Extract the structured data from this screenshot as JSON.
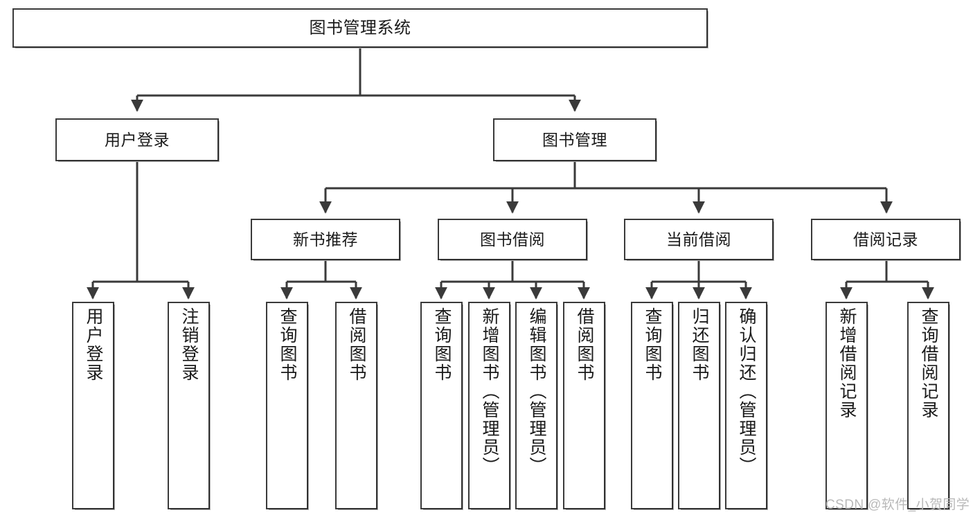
{
  "diagram": {
    "title": "图书管理系统",
    "type": "hierarchy-tree",
    "background_color": "#ffffff",
    "node_border_color": "#3a3a3a",
    "node_fill_color": "#ffffff",
    "edge_color": "#3a3a3a"
  },
  "nodes": {
    "root": {
      "label": "图书管理系统"
    },
    "level2": [
      {
        "label": "用户登录"
      },
      {
        "label": "图书管理"
      }
    ],
    "level3": [
      {
        "label": "新书推荐"
      },
      {
        "label": "图书借阅"
      },
      {
        "label": "当前借阅"
      },
      {
        "label": "借阅记录"
      }
    ],
    "leaves": {
      "user_login": [
        {
          "label": "用户登录"
        },
        {
          "label": "注销登录"
        }
      ],
      "new_book_recommend": [
        {
          "label": "查询图书"
        },
        {
          "label": "借阅图书"
        }
      ],
      "book_borrow": [
        {
          "label": "查询图书"
        },
        {
          "label": "新增图书（管理员）"
        },
        {
          "label": "编辑图书（管理员）"
        },
        {
          "label": "借阅图书"
        }
      ],
      "current_borrow": [
        {
          "label": "查询图书"
        },
        {
          "label": "归还图书"
        },
        {
          "label": "确认归还（管理员）"
        }
      ],
      "borrow_record": [
        {
          "label": "新增借阅记录"
        },
        {
          "label": "查询借阅记录"
        }
      ]
    }
  },
  "watermark": {
    "text": "CSDN @软件_小贺同学"
  }
}
